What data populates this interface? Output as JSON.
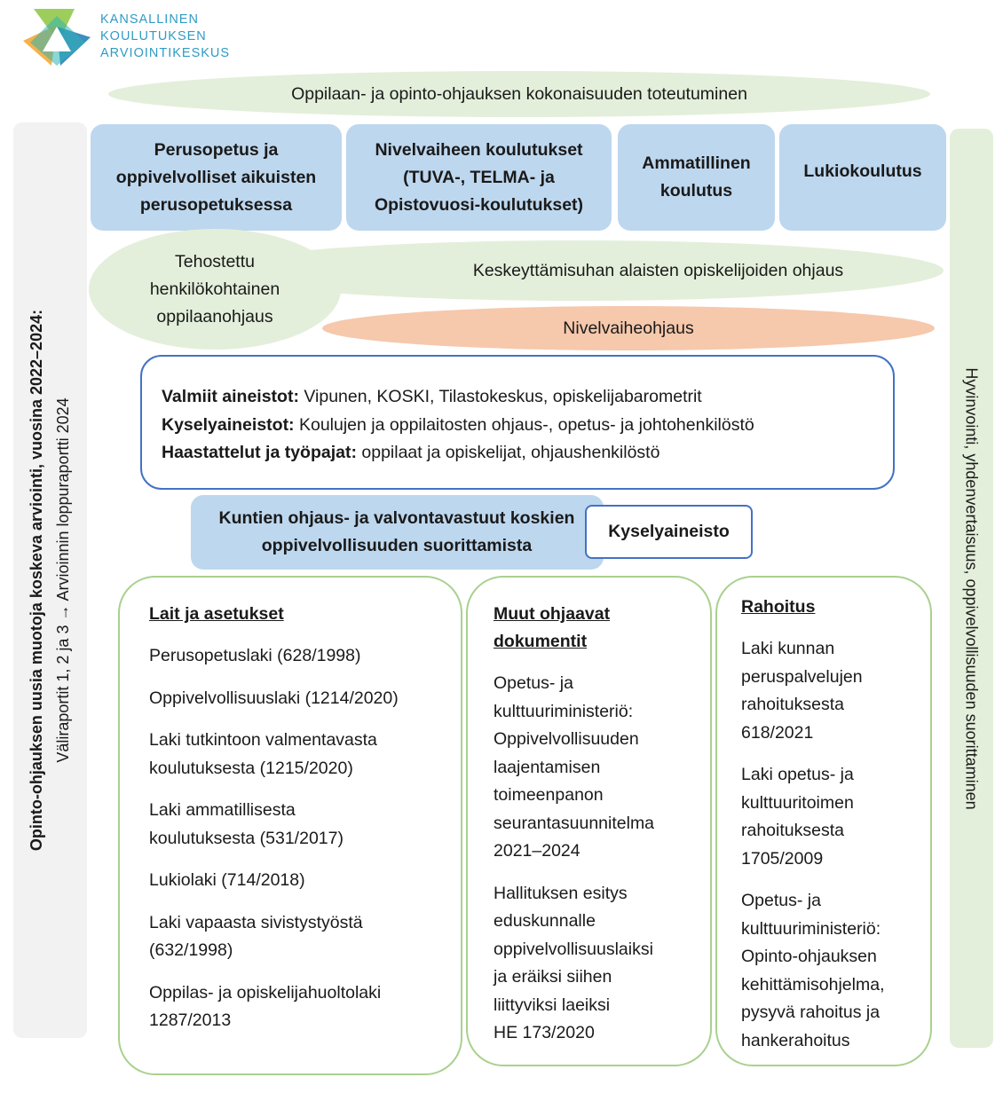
{
  "logo": {
    "lines": [
      "KANSALLINEN",
      "KOULUTUKSEN",
      "ARVIOINTIKESKUS"
    ],
    "icon": "triangle-logo-icon"
  },
  "top_ellipse": "Oppilaan- ja opinto-ohjauksen kokonaisuuden toteutuminen",
  "left_sidebar": {
    "title": "Opinto-ohjauksen uusia muotoja koskeva arviointi, vuosina 2022–2024:",
    "subtitle": "Väliraportit 1, 2 ja 3 → Arvioinnin loppuraportti 2024"
  },
  "right_sidebar": "Hyvinvointi, yhdenvertaisuus, oppivelvollisuuden suorittaminen",
  "education_boxes": [
    "Perusopetus ja oppivelvolliset aikuisten perusopetuksessa",
    "Nivelvaiheen koulutukset (TUVA-, TELMA- ja Opistovuosi-koulutukset)",
    "Ammatillinen koulutus",
    "Lukiokoulutus"
  ],
  "guidance": {
    "enhanced": "Tehostettu henkilökohtainen oppilaanohjaus",
    "dropout": "Keskeyttämisuhan alaisten opiskelijoiden ohjaus",
    "transition": "Nivelvaiheohjaus"
  },
  "sources": [
    {
      "label": "Valmiit aineistot:",
      "text": " Vipunen, KOSKI, Tilastokeskus, opiskelijabarometrit"
    },
    {
      "label": "Kyselyaineistot:",
      "text": " Koulujen ja oppilaitosten ohjaus-, opetus- ja johtohenkilöstö"
    },
    {
      "label": "Haastattelut ja työpajat:",
      "text": " oppilaat ja opiskelijat, ohjaushenkilöstö"
    }
  ],
  "municipal": {
    "text": "Kuntien ohjaus- ja valvontavastuut koskien oppivelvollisuuden suorittamista",
    "survey": "Kyselyaineisto"
  },
  "columns": [
    {
      "title": "Lait ja asetukset",
      "items": [
        "Perusopetuslaki (628/1998)",
        "Oppivelvollisuuslaki (1214/2020)",
        "Laki tutkintoon valmentavasta\nkoulutuksesta (1215/2020)",
        "Laki ammatillisesta\nkoulutuksesta (531/2017)",
        "Lukiolaki (714/2018)",
        "Laki vapaasta sivistystyöstä\n(632/1998)",
        "Oppilas- ja opiskelijahuoltolaki\n1287/2013"
      ]
    },
    {
      "title": "Muut ohjaavat\ndokumentit",
      "items": [
        "Opetus- ja\nkulttuuriministeriö:\nOppivelvollisuuden\nlaajentamisen\ntoimeenpanon\nseurantasuunnitelma\n2021–2024",
        "Hallituksen esitys\neduskunnalle\noppivelvollisuuslaiksi\nja eräiksi siihen\nliittyviksi laeiksi\nHE 173/2020"
      ]
    },
    {
      "title": "Rahoitus",
      "items": [
        "Laki kunnan\nperuspalvelujen\nrahoituksesta\n618/2021",
        "Laki opetus- ja\nkulttuuritoimen\nrahoituksesta\n1705/2009",
        "Opetus- ja\nkulttuuriministeriö:\nOpinto-ohjauksen\nkehittämisohjelma,\npysyvä rahoitus ja\nhankerahoitus"
      ]
    }
  ]
}
